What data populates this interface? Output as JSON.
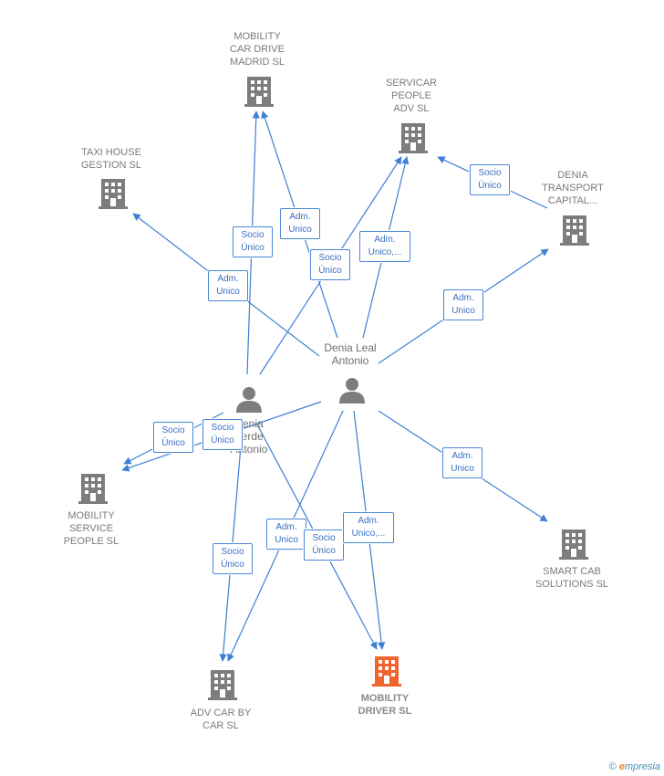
{
  "companies": {
    "mcd_madrid": {
      "label": "MOBILITY\nCAR DRIVE\nMADRID  SL"
    },
    "servicar": {
      "label": "SERVICAR\nPEOPLE\nADV  SL"
    },
    "taxi_house": {
      "label": "TAXI HOUSE\nGESTION  SL"
    },
    "denia_transport": {
      "label": "DENIA\nTRANSPORT\nCAPITAL..."
    },
    "mobility_service": {
      "label": "MOBILITY\nSERVICE\nPEOPLE  SL"
    },
    "smart_cab": {
      "label": "SMART CAB\nSOLUTIONS  SL"
    },
    "adv_car": {
      "label": "ADV CAR BY\nCAR  SL"
    },
    "mobility_driver": {
      "label": "MOBILITY\nDRIVER  SL"
    }
  },
  "persons": {
    "denia_leal": {
      "label": "Denia Leal\nAntonio"
    },
    "denia_verde": {
      "label": "Denia\nVerde\nAntonio"
    }
  },
  "edge_labels": {
    "e1": "Socio\nÚnico",
    "e2": "Adm.\nUnico",
    "e3": "Socio\nÚnico",
    "e4": "Adm.\nUnico,...",
    "e5": "Socio\nÚnico",
    "e6": "Adm.\nUnico",
    "e7": "Adm.\nUnico",
    "e8": "Socio\nÚnico",
    "e9": "Socio\nÚnico",
    "e10": "Adm.\nUnico",
    "e11": "Socio\nÚnico",
    "e12": "Adm.\nUnico",
    "e13": "Socio\nÚnico",
    "e14": "Adm.\nUnico,..."
  },
  "colors": {
    "edge": "#3e7fd4",
    "building": "#7d7d7d",
    "building_highlight": "#f0642e",
    "person": "#7d7d7d"
  },
  "brand": {
    "copyright": "©",
    "e": "e",
    "rest": "mpresia"
  }
}
